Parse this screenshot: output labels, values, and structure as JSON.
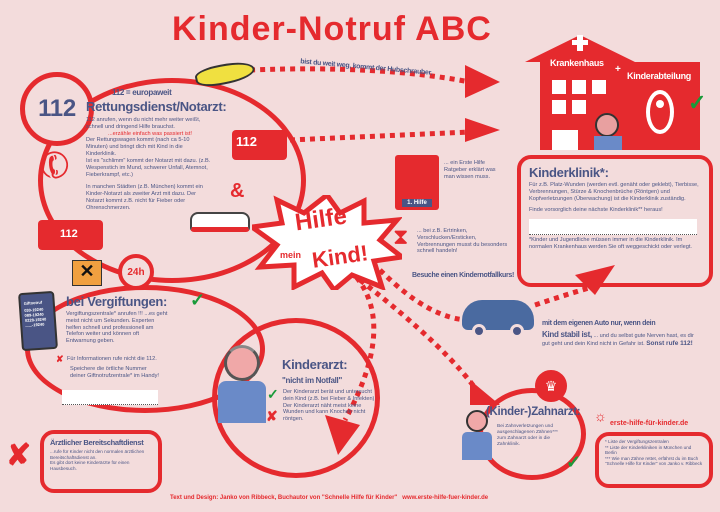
{
  "title": "Kinder-Notruf ABC",
  "colors": {
    "background": "#f3dcdc",
    "red": "#e52a2e",
    "navy": "#4a5585",
    "green": "#1a9a3a",
    "helicopter": "#f0e040"
  },
  "helicopter_note": "bist du weit weg, kommt der Hubschrauber.",
  "emergency": {
    "number": "112",
    "subtitle": "112 = europaweit",
    "heading": "Rettungsdienst/Notarzt:",
    "p1": "112 anrufen, wenn du nicht mehr weiter weißt, schnell und dringend Hilfe brauchst.",
    "p1_red": "...erzähle einfach was passiert ist!",
    "p2": "Der Rettungswagen kommt (nach ca 5-10 Minuten) und bringt dich mit Kind in die Kinderklinik.",
    "p3": "Ist es \"schlimm\" kommt der Notarzt mit dazu. (z.B. Wespenstich im Mund, schwerer Unfall, Atemnot, Fieberkrampf, etc.)",
    "p4": "In manchen Städten (z.B. München) kommt ein Kinder-Notarzt als zweiter Arzt mit dazu. Der Notarzt kommt z.B. nicht für Fieber oder Ohrenschmerzen.",
    "ambulance_number": "112",
    "ampersand": "&",
    "truck_number": "112"
  },
  "hospital": {
    "label": "Krankenhaus",
    "plus": "+",
    "department": "Kinderabteilung"
  },
  "kinderklinik": {
    "heading": "Kinderklinik*:",
    "p1": "Für z.B. Platz-Wunden (werden evtl. genäht oder geklebt), Tierbisse, Verbrennungen, Stürze & Knochenbrüche (Röntgen) und Kopfverletzungen (Überwachung) ist die Kinderklinik zuständig.",
    "p2": "Finde vorsorglich deine nächste Kinderklinik** heraus!",
    "input_value": "",
    "note": "*Kinder und Jugendliche müssen immer in die Kinderklinik. Im normalen Krankenhaus werden Sie oft weggeschickt oder verlegt."
  },
  "book": {
    "label": "1. Hilfe",
    "text": "... ein Erste Hilfe Ratgeber erklärt was man wissen muss."
  },
  "burst": {
    "line1": "Hilfe",
    "line2": "mein",
    "line3": "Kind!"
  },
  "urgent": {
    "text": "... bei z.B. Ertrinken, Verschlucken/Ersticken, Verbrennungen musst du besonders schnell handeln!",
    "course": "Besuche einen Kindernotfallkurs!"
  },
  "poison": {
    "badge": "24h",
    "heading": "bei Vergiftungen:",
    "p1": "Vergiftungszentrale* anrufen !!! ...es geht meist nicht um Sekunden. Experten helfen schnell und professionell am Telefon weiter und können oft Entwarnung geben.",
    "p2": "Für Informationen rufe nicht die 112.",
    "p3": "Speichere die örtliche Nummer deiner Giftnotrufzentrale* im Handy!",
    "input_value": "",
    "phone": {
      "title": "Giftnotruf",
      "lines": [
        "030-19240",
        "089-19240",
        "0228-19240",
        "......-19240"
      ]
    }
  },
  "pediatrician": {
    "heading": "Kinderarzt:",
    "subheading": "\"nicht im Notfall\"",
    "p1": "Der Kinderarzt berät und untersucht dein Kind (z.B. bei Fieber & Infekten)",
    "p2": "Der Kinderarzt näht meist keine Wunden und kann Knochen nicht röntgen."
  },
  "oncall": {
    "heading": "Ärztlicher Bereitschaftdienst",
    "p1": "...rufe für Kinder nicht den normalen ärztlichen Bereitschaftsdienst an.",
    "p2": "Es gibt dort keine Kinderärzte für einen Hausbesuch."
  },
  "car": {
    "bold1": "mit dem eigenen Auto nur, wenn dein",
    "bold2": "Kind stabil ist,",
    "text": "... und du selbst gute Nerven hast, es dir gut geht und dein Kind nicht in Gefahr ist.",
    "strong": "Sonst rufe 112!"
  },
  "dentist": {
    "heading": "(Kinder-)Zahnarzt:",
    "text": "Bei Zahnverletzungen und ausgeschlagenen Zähnen*** zum Zahnarzt oder in die Zahnklinik."
  },
  "website": {
    "label": "erste-hilfe-für-kinder.de",
    "notes": [
      "* Liste der Vergiftungszentralen",
      "** Liste der Kinderkliniken in München und Berlin",
      "*** Wie man Zähne rettet, erfährst du im Buch \"Schnelle Hilfe für Kinder\" von Janko v. Ribbeck"
    ]
  },
  "footer": "Text und Design: Janko von Ribbeck, Buchautor von \"Schnelle Hilfe für Kinder\"   www.erste-hilfe-fuer-kinder.de"
}
